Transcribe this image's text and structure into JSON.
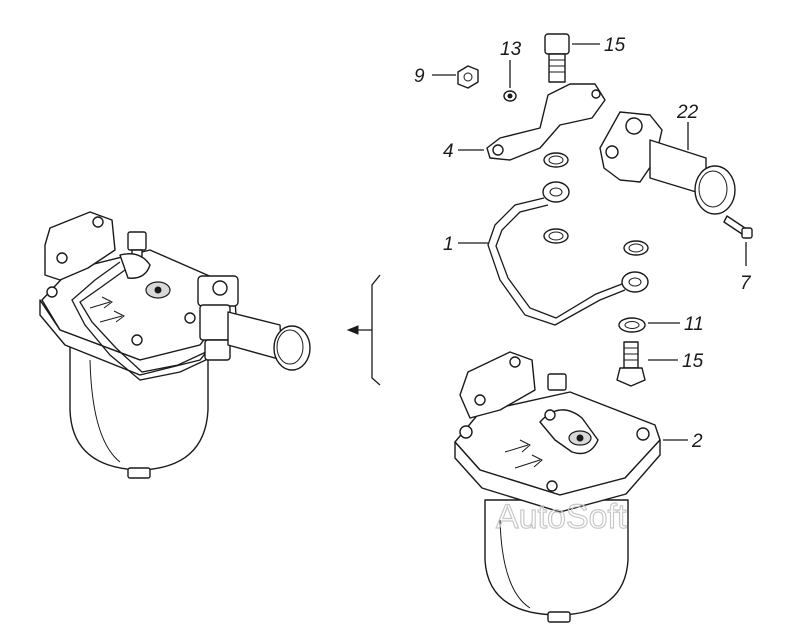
{
  "labels": {
    "p9": "9",
    "p13": "13",
    "p15_top": "15",
    "p4": "4",
    "p22": "22",
    "p1": "1",
    "p7": "7",
    "p11": "11",
    "p15_bottom": "15",
    "p2": "2"
  },
  "watermark": "AutoSoft",
  "colors": {
    "ink": "#1a1a1a",
    "paper": "#ffffff",
    "watermark": "#c8c8c8"
  }
}
